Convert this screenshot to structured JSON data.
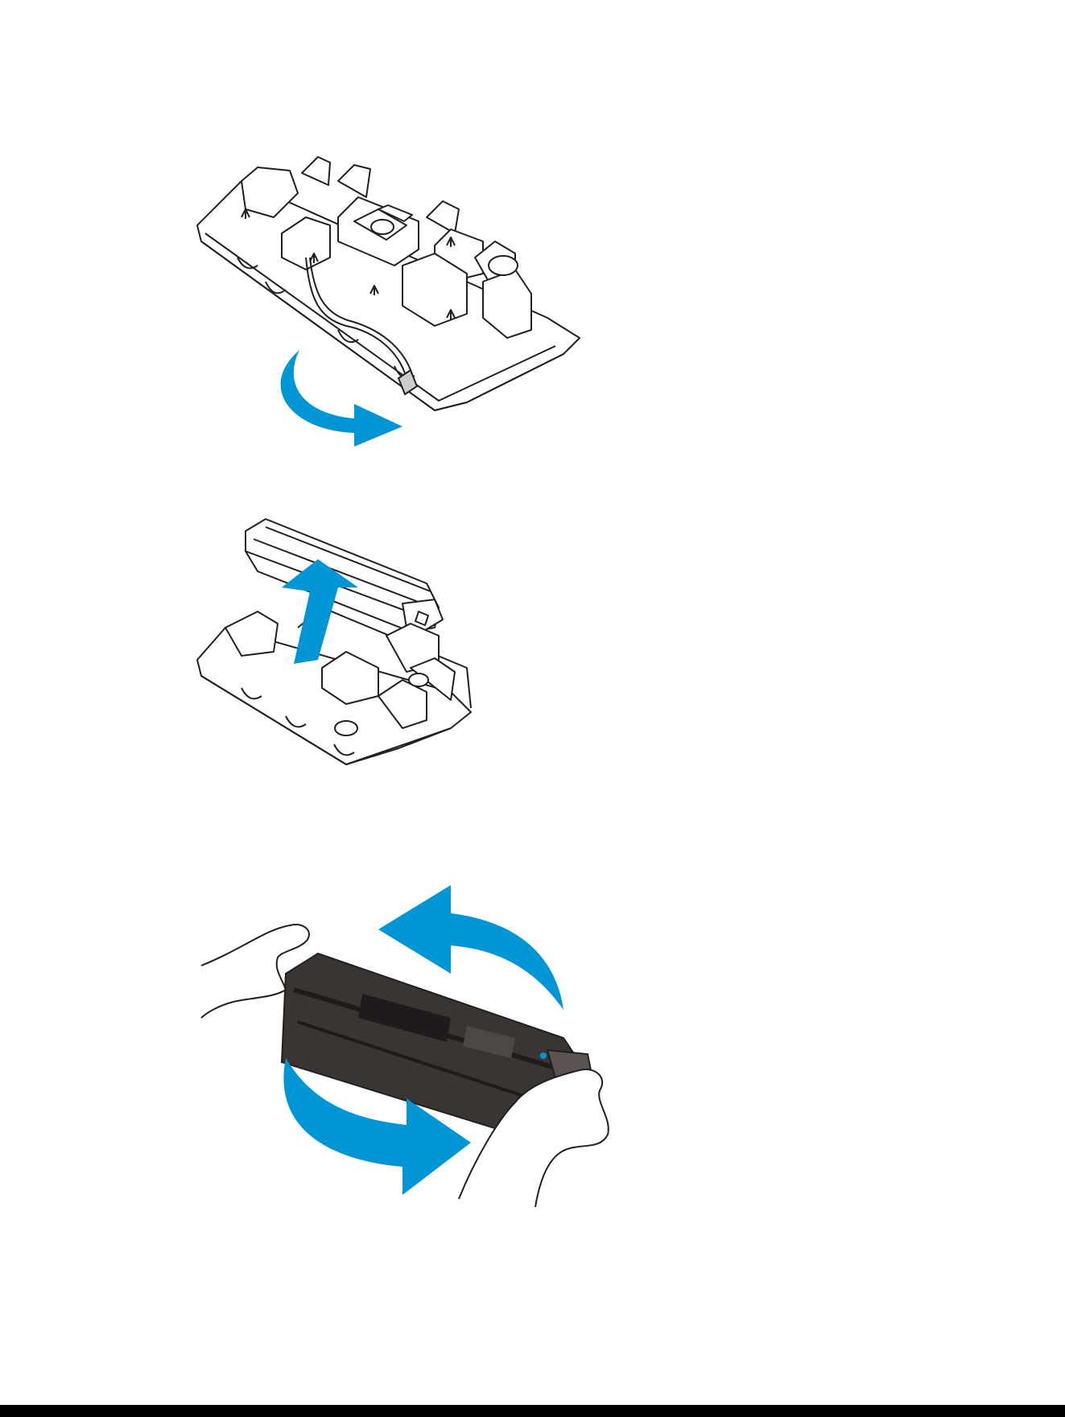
{
  "colors": {
    "arrow": "#0096D6",
    "line": "#231F20",
    "cartridge_dark": "#3A3533",
    "background": "#FFFFFF",
    "footer_rule": "#000000"
  },
  "figures": [
    {
      "id": "fig1",
      "icon": "packaging-tray-remove-strip-illustration"
    },
    {
      "id": "fig2",
      "icon": "lift-cartridge-from-tray-illustration"
    },
    {
      "id": "fig3",
      "icon": "rock-cartridge-illustration"
    }
  ]
}
